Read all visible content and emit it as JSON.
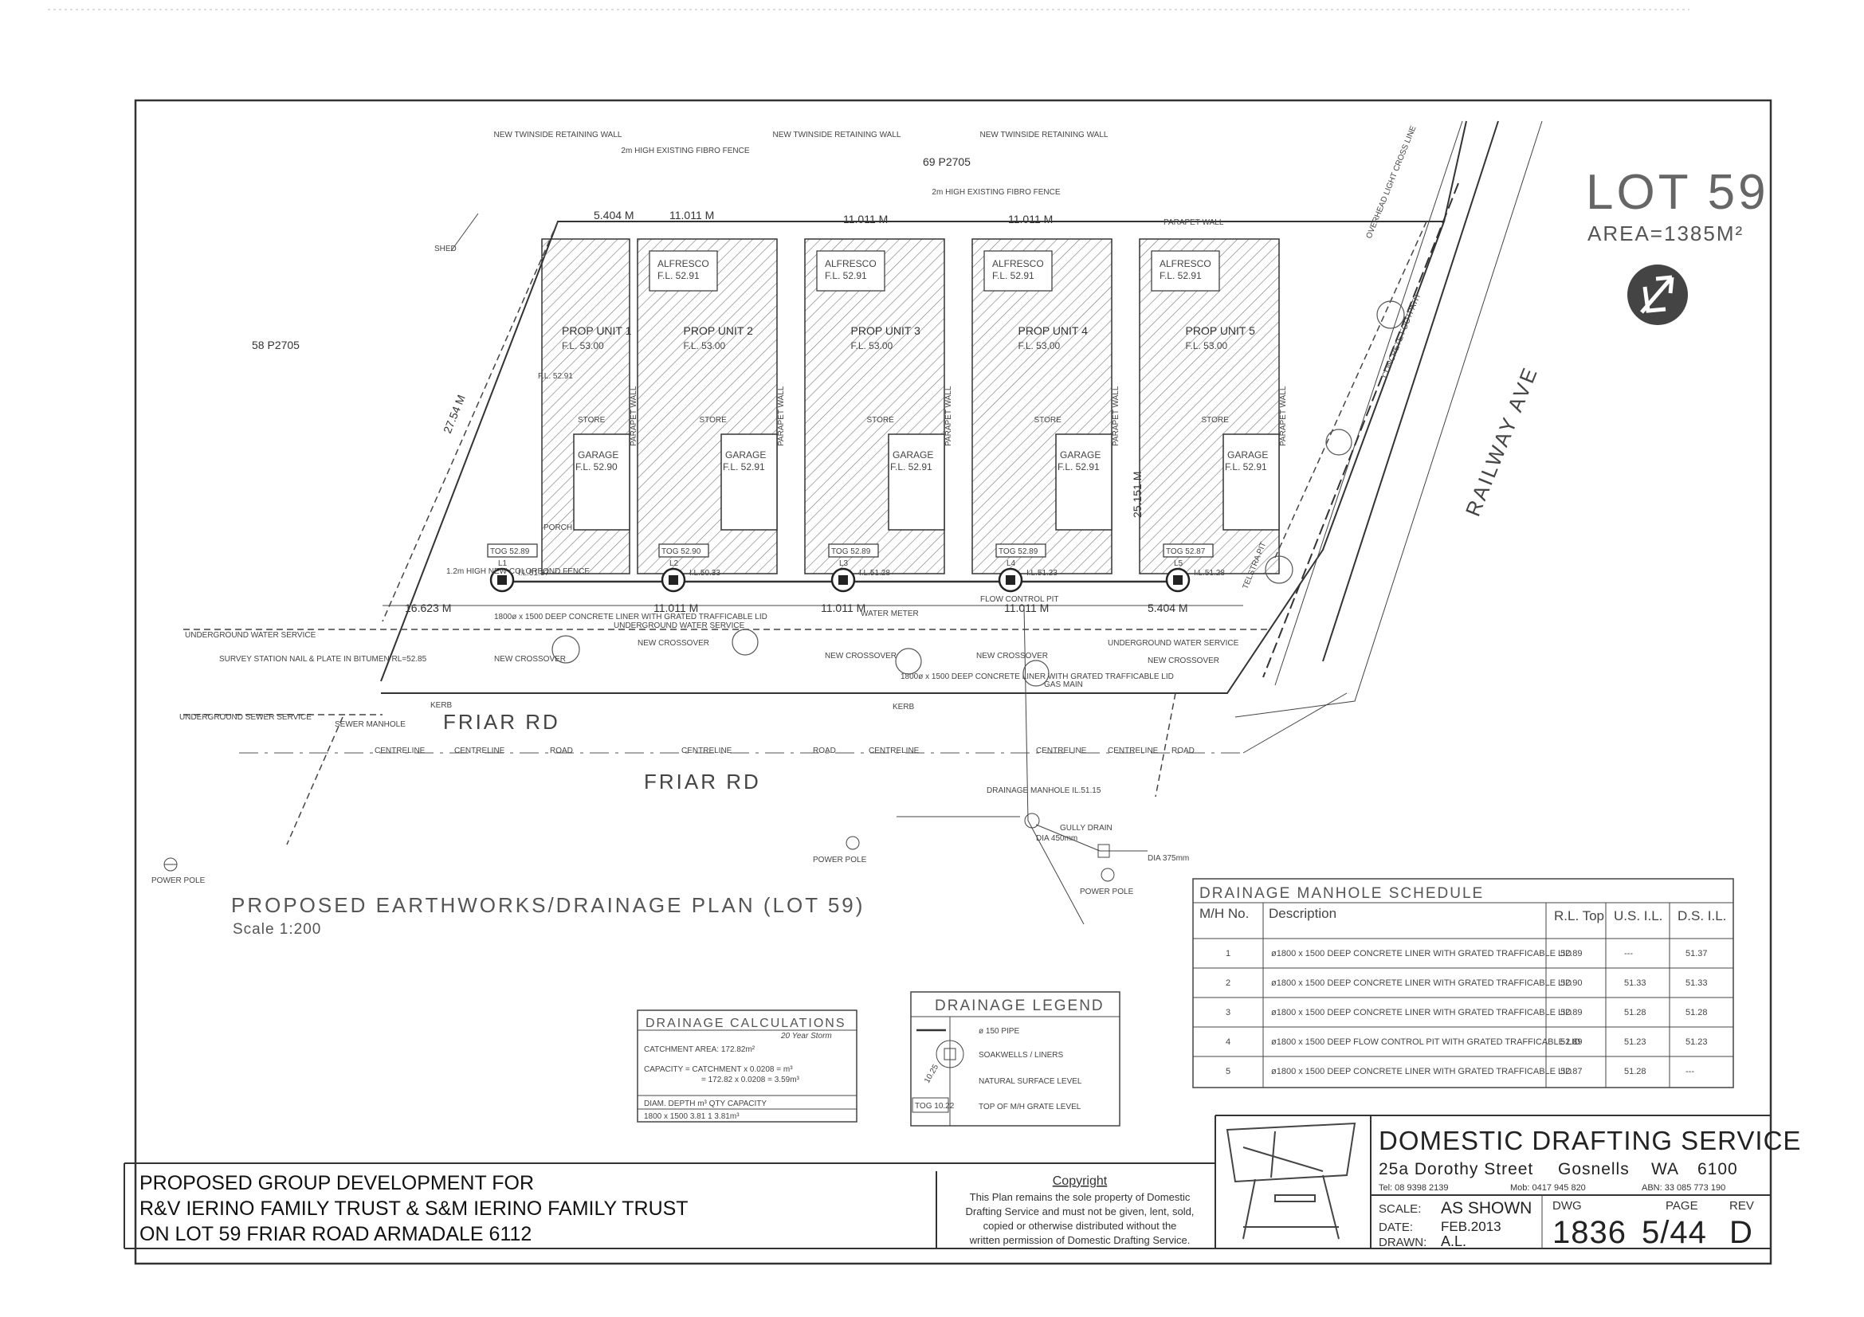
{
  "lot": {
    "title": "LOT 59",
    "area": "AREA=1385M²"
  },
  "units": [
    {
      "name": "PROP UNIT 1",
      "fl": "F.L. 53.00",
      "alfresco_fl": "F.L. 52.91",
      "garage": "GARAGE",
      "garage_fl": "F.L. 52.90",
      "tog": "TOG 52.89",
      "manhole": "L1",
      "il": "I.L.51.37"
    },
    {
      "name": "PROP UNIT 2",
      "fl": "F.L. 53.00",
      "alfresco": "ALFRESCO",
      "alfresco_fl": "F.L. 52.91",
      "garage": "GARAGE",
      "garage_fl": "F.L. 52.91",
      "tog": "TOG 52.90",
      "manhole": "L2",
      "il": "I.L.50.33"
    },
    {
      "name": "PROP UNIT 3",
      "fl": "F.L. 53.00",
      "alfresco": "ALFRESCO",
      "alfresco_fl": "F.L. 52.91",
      "garage": "GARAGE",
      "garage_fl": "F.L. 52.91",
      "tog": "TOG 52.89",
      "manhole": "L3",
      "il": "I.L.51.28"
    },
    {
      "name": "PROP UNIT 4",
      "fl": "F.L. 53.00",
      "alfresco": "ALFRESCO",
      "alfresco_fl": "F.L. 52.91",
      "garage": "GARAGE",
      "garage_fl": "F.L. 52.91",
      "tog": "TOG 52.89",
      "manhole": "L4",
      "il": "I.L.51.23"
    },
    {
      "name": "PROP UNIT 5",
      "fl": "F.L. 53.00",
      "alfresco": "ALFRESCO",
      "alfresco_fl": "F.L. 52.91",
      "garage": "GARAGE",
      "garage_fl": "F.L. 52.91",
      "tog": "TOG 52.87",
      "manhole": "L5",
      "il": "I.L.51.28"
    }
  ],
  "labels": {
    "neighbour_top": "69\nP2705",
    "neighbour_left": "58\nP2705",
    "shed": "SHED",
    "store": "STORE",
    "porch": "PORCH",
    "parapet": "PARAPET WALL",
    "fence_top_1": "2m HIGH EXISTING FIBRO FENCE",
    "twinside": "NEW TWINSIDE RETAINING WALL",
    "dim_top": "11.011 M",
    "dim_top_left": "5.404 M",
    "dim_front": "11.011 M",
    "dim_front_left": "16.623 M",
    "dim_front_right": "5.404 M",
    "dim_side_left": "27.54 M",
    "dim_side_right": "25.151 M",
    "new_crossover": "NEW CROSSOVER",
    "uws": "UNDERGROUND WATER SERVICE",
    "uss": "UNDERGROUND SEWER SERVICE",
    "colorbond": "1.2m HIGH NEW COLORBOND FENCE",
    "liner_note": "1800ø x 1500 DEEP CONCRETE LINER WITH GRATED TRAFFICABLE LID",
    "flow_control": "FLOW CONTROL PIT",
    "water_meter": "WATER METER",
    "power_pole": "POWER POLE",
    "gas_main": "GAS MAIN",
    "kerb": "KERB",
    "centreline": "CENTRELINE",
    "road": "ROAD",
    "survey": "SURVEY STATION NAIL & PLATE IN BITUMEN RL=52.85",
    "sewer_manhole": "SEWER MANHOLE",
    "drainage_manhole": "DRAINAGE MANHOLE IL.51.15",
    "gully_drain": "GULLY DRAIN",
    "dia450": "DIA 450mm",
    "dia375": "DIA 375mm",
    "concrete_footpath": "CONCRETE FOOTPATH",
    "overhead_line": "OVERHEAD LIGHT CROSS LINE",
    "telstra": "TELSTRA PIT"
  },
  "roads": {
    "friar": "FRIAR RD",
    "railway": "RAILWAY AVE"
  },
  "plan_title": "PROPOSED EARTHWORKS/DRAINAGE PLAN (LOT 59)",
  "plan_scale": "Scale 1:200",
  "schedule": {
    "title": "DRAINAGE MANHOLE SCHEDULE",
    "headers": [
      "M/H No.",
      "Description",
      "R.L. Top",
      "U.S. I.L.",
      "D.S. I.L."
    ],
    "rows": [
      {
        "no": "1",
        "desc": "ø1800 x 1500 DEEP CONCRETE LINER WITH GRATED TRAFFICABLE LID",
        "rl": "52.89",
        "us": "---",
        "ds": "51.37"
      },
      {
        "no": "2",
        "desc": "ø1800 x 1500 DEEP CONCRETE LINER WITH GRATED TRAFFICABLE LID",
        "rl": "52.90",
        "us": "51.33",
        "ds": "51.33"
      },
      {
        "no": "3",
        "desc": "ø1800 x 1500 DEEP CONCRETE LINER WITH GRATED TRAFFICABLE LID",
        "rl": "52.89",
        "us": "51.28",
        "ds": "51.28"
      },
      {
        "no": "4",
        "desc": "ø1800 x 1500 DEEP FLOW CONTROL PIT WITH GRATED TRAFFICABLE LID",
        "rl": "52.89",
        "us": "51.23",
        "ds": "51.23"
      },
      {
        "no": "5",
        "desc": "ø1800 x 1500 DEEP CONCRETE LINER WITH GRATED TRAFFICABLE LID",
        "rl": "52.87",
        "us": "51.28",
        "ds": "---"
      }
    ]
  },
  "calculations": {
    "title": "DRAINAGE CALCULATIONS",
    "storm": "20 Year Storm",
    "catchment": "CATCHMENT AREA: 172.82m²",
    "capacity1": "CAPACITY = CATCHMENT x 0.0208 = m³",
    "capacity2": "= 172.82 x 0.0208 = 3.59m³",
    "col_headers": "DIAM. DEPTH m³ QTY CAPACITY",
    "row": "1800 x 1500 3.81 1 3.81m³"
  },
  "legend": {
    "title": "DRAINAGE LEGEND",
    "pipe": "ø 150 PIPE",
    "soakwells": "SOAKWELLS / LINERS",
    "nsl": "NATURAL SURFACE LEVEL",
    "tog_sample": "TOG 10.22",
    "tog_desc": "TOP OF M/H GRATE LEVEL",
    "nsl_sample": "10.25"
  },
  "project": {
    "line1": "PROPOSED GROUP DEVELOPMENT FOR",
    "line2": "R&V IERINO FAMILY TRUST & S&M IERINO FAMILY TRUST",
    "line3": "ON LOT 59 FRIAR ROAD ARMADALE 6112"
  },
  "copyright": {
    "title": "Copyright",
    "l1": "This Plan remains the sole property of Domestic",
    "l2": "Drafting Service and must not be given, lent, sold,",
    "l3": "copied or otherwise distributed without the",
    "l4": "written permission of Domestic Drafting Service."
  },
  "company": {
    "name": "DOMESTIC DRAFTING SERVICE",
    "street": "25a Dorothy Street",
    "suburb": "Gosnells",
    "state": "WA",
    "postcode": "6100",
    "tel": "Tel: 08 9398 2139",
    "mob": "Mob: 0417 945 820",
    "abn": "ABN: 33 085 773 190"
  },
  "titleblock": {
    "scale_lbl": "SCALE:",
    "scale": "AS SHOWN",
    "date_lbl": "DATE:",
    "date": "FEB.2013",
    "drawn_lbl": "DRAWN:",
    "drawn": "A.L.",
    "dwg_lbl": "DWG",
    "dwg": "1836",
    "page_lbl": "PAGE",
    "page": "5/44",
    "rev_lbl": "REV",
    "rev": "D"
  }
}
